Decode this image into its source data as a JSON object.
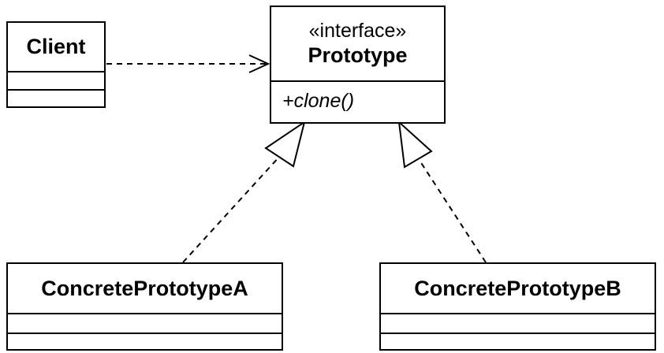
{
  "diagram": {
    "client": {
      "name": "Client"
    },
    "prototype": {
      "stereotype": "«interface»",
      "name": "Prototype",
      "method": "+clone()"
    },
    "concrete_a": {
      "name": "ConcretePrototypeA"
    },
    "concrete_b": {
      "name": "ConcretePrototypeB"
    }
  },
  "colors": {
    "line": "#000000",
    "background": "#ffffff"
  }
}
